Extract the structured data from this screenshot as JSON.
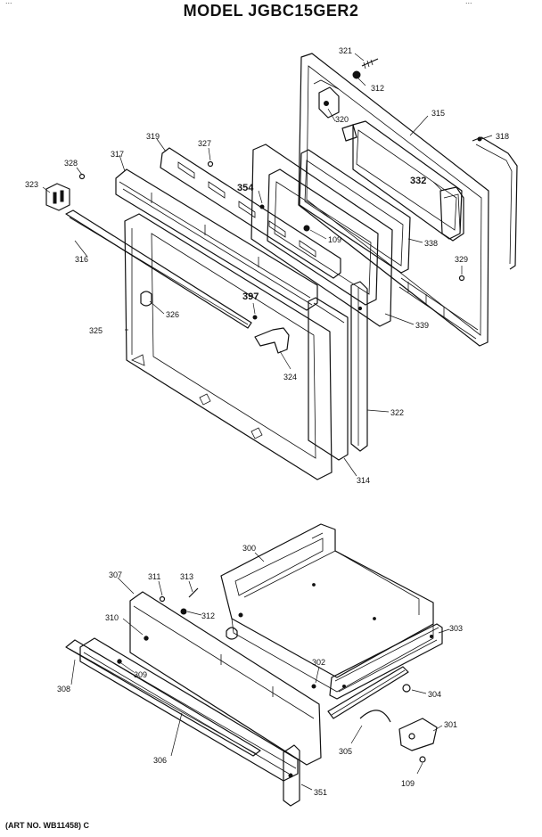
{
  "title": "MODEL JGBC15GER2",
  "header_left": "...",
  "header_right": "...",
  "art_number": "(ART NO. WB11458) C",
  "callouts": [
    {
      "id": "c321",
      "text": "321"
    },
    {
      "id": "c312a",
      "text": "312"
    },
    {
      "id": "c315",
      "text": "315"
    },
    {
      "id": "c318",
      "text": "318"
    },
    {
      "id": "c320",
      "text": "320"
    },
    {
      "id": "c319",
      "text": "319"
    },
    {
      "id": "c327",
      "text": "327"
    },
    {
      "id": "c317",
      "text": "317"
    },
    {
      "id": "c328a",
      "text": "328"
    },
    {
      "id": "c323",
      "text": "323"
    },
    {
      "id": "c332",
      "text": "332"
    },
    {
      "id": "c354",
      "text": "354"
    },
    {
      "id": "c109a",
      "text": "109"
    },
    {
      "id": "c338a",
      "text": "338"
    },
    {
      "id": "c328b",
      "text": "329"
    },
    {
      "id": "c316",
      "text": "316"
    },
    {
      "id": "c397",
      "text": "397"
    },
    {
      "id": "c326",
      "text": "326"
    },
    {
      "id": "c325",
      "text": "325"
    },
    {
      "id": "c339",
      "text": "339"
    },
    {
      "id": "c324",
      "text": "324"
    },
    {
      "id": "c322",
      "text": "322"
    },
    {
      "id": "c314",
      "text": "314"
    },
    {
      "id": "c300",
      "text": "300"
    },
    {
      "id": "c307",
      "text": "307"
    },
    {
      "id": "c311",
      "text": "311"
    },
    {
      "id": "c313",
      "text": "313"
    },
    {
      "id": "c312b",
      "text": "312"
    },
    {
      "id": "c310",
      "text": "310"
    },
    {
      "id": "c303",
      "text": "303"
    },
    {
      "id": "c309",
      "text": "309"
    },
    {
      "id": "c302",
      "text": "302"
    },
    {
      "id": "c308",
      "text": "308"
    },
    {
      "id": "c304",
      "text": "304"
    },
    {
      "id": "c301",
      "text": "301"
    },
    {
      "id": "c305",
      "text": "305"
    },
    {
      "id": "c306",
      "text": "306"
    },
    {
      "id": "c109b",
      "text": "109"
    },
    {
      "id": "c351",
      "text": "351"
    }
  ]
}
